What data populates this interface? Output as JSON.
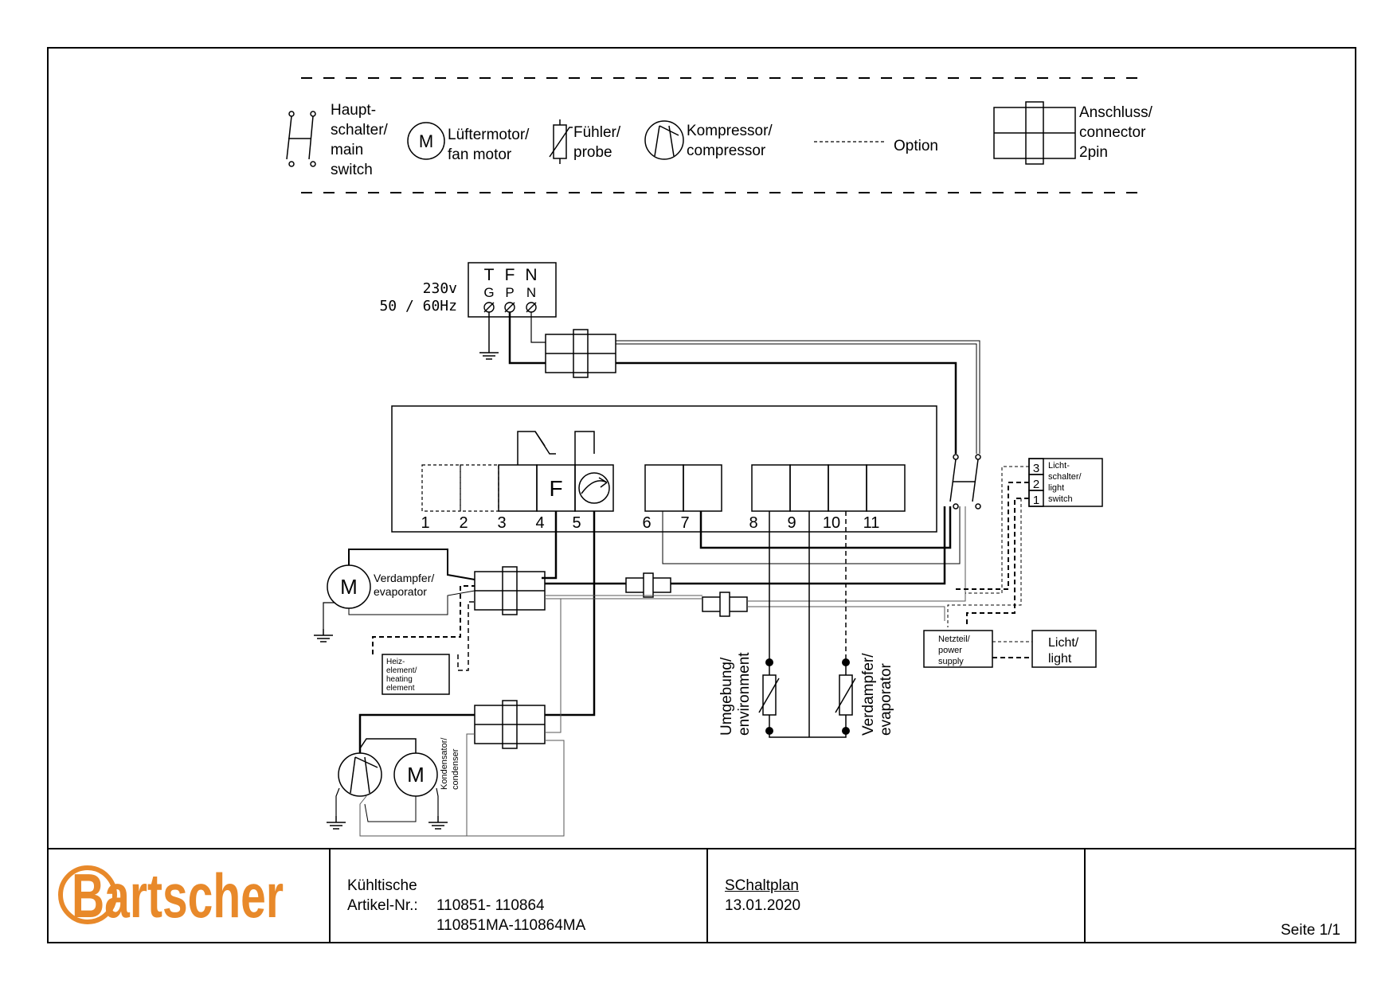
{
  "legend": {
    "main_switch": [
      "Haupt-",
      "schalter/",
      "main",
      "switch"
    ],
    "fan_motor_symbol": "M",
    "fan_motor": [
      "Lüftermotor/",
      "fan motor"
    ],
    "probe": [
      "Fühler/",
      "probe"
    ],
    "compressor": [
      "Kompressor/",
      "compressor"
    ],
    "option_label": "Option",
    "connector": [
      "Anschluss/",
      "connector",
      "2pin"
    ]
  },
  "supply": {
    "voltage": "230v",
    "frequency": "50 / 60Hz",
    "top_labels": [
      "T",
      "F",
      "N"
    ],
    "bottom_labels": [
      "G",
      "P",
      "N"
    ]
  },
  "controller": {
    "relay_f": "F",
    "terminals": [
      "1",
      "2",
      "3",
      "4",
      "5",
      "6",
      "7",
      "8",
      "9",
      "10",
      "11"
    ]
  },
  "components": {
    "evaporator_fan_m": "M",
    "evaporator_fan": [
      "Verdampfer/",
      "evaporator"
    ],
    "heating_element": [
      "Heiz-",
      "element/",
      "heating",
      "element"
    ],
    "condenser_fan_m": "M",
    "condenser": [
      "Kondensator/",
      "condenser"
    ],
    "env_probe": [
      "Umgebung/",
      "environment"
    ],
    "evap_probe": [
      "Verdampfer/",
      "evaporator"
    ],
    "light_switch": [
      "Licht-",
      "schalter/",
      "light",
      "switch"
    ],
    "light_switch_pins": [
      "3",
      "2",
      "1"
    ],
    "power_supply": [
      "Netzteil/",
      "power",
      "supply"
    ],
    "light": [
      "Licht/",
      "light"
    ]
  },
  "title_block": {
    "logo": "Bartscher",
    "product": "Kühltische",
    "article_label": "Artikel-Nr.:",
    "article_numbers_1": "110851- 110864",
    "article_numbers_2": "110851MA-110864MA",
    "doc_type": "SChaltplan",
    "date": "13.01.2020",
    "page": "Seite 1/1"
  },
  "colors": {
    "logo": "#E8892A",
    "line": "#000000",
    "thin_line": "#555555"
  }
}
